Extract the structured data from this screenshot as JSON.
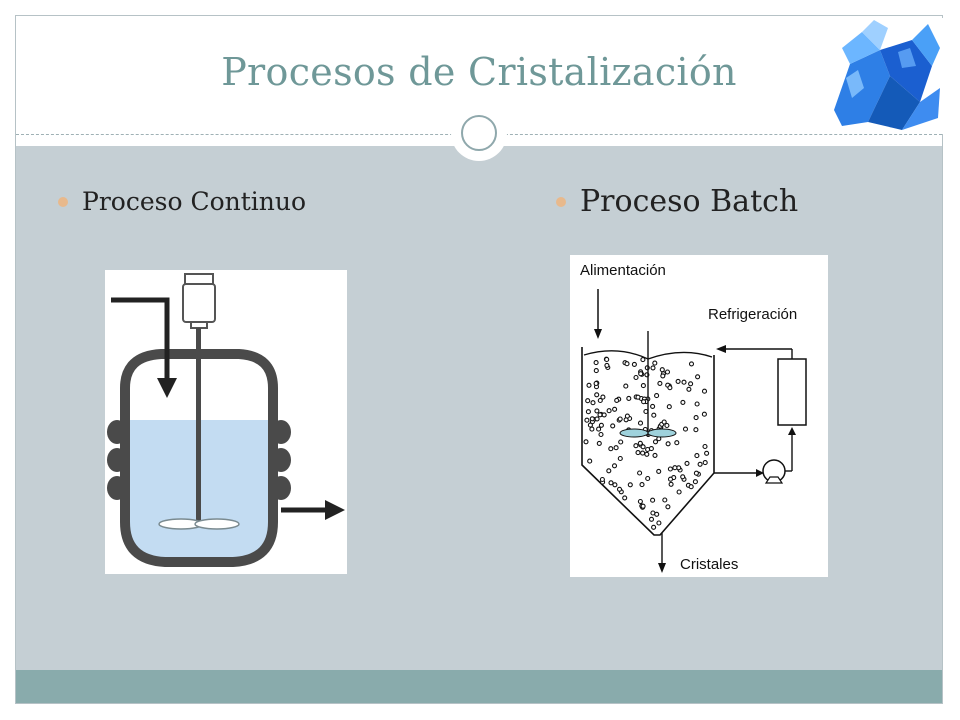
{
  "slide": {
    "title": "Procesos de Cristalización",
    "bullets": [
      "Proceso Continuo",
      "Proceso Batch"
    ]
  },
  "batch_diagram": {
    "labels": {
      "feed": "Alimentación",
      "cooling": "Refrigeración",
      "crystals": "Cristales"
    }
  },
  "colors": {
    "title": "#6f9898",
    "content_bg": "#c5cfd4",
    "footer_bg": "#89abac",
    "bullet": "#e8b98c",
    "crystal": "#1f7ee8",
    "liquid": "#c3dcf2"
  }
}
